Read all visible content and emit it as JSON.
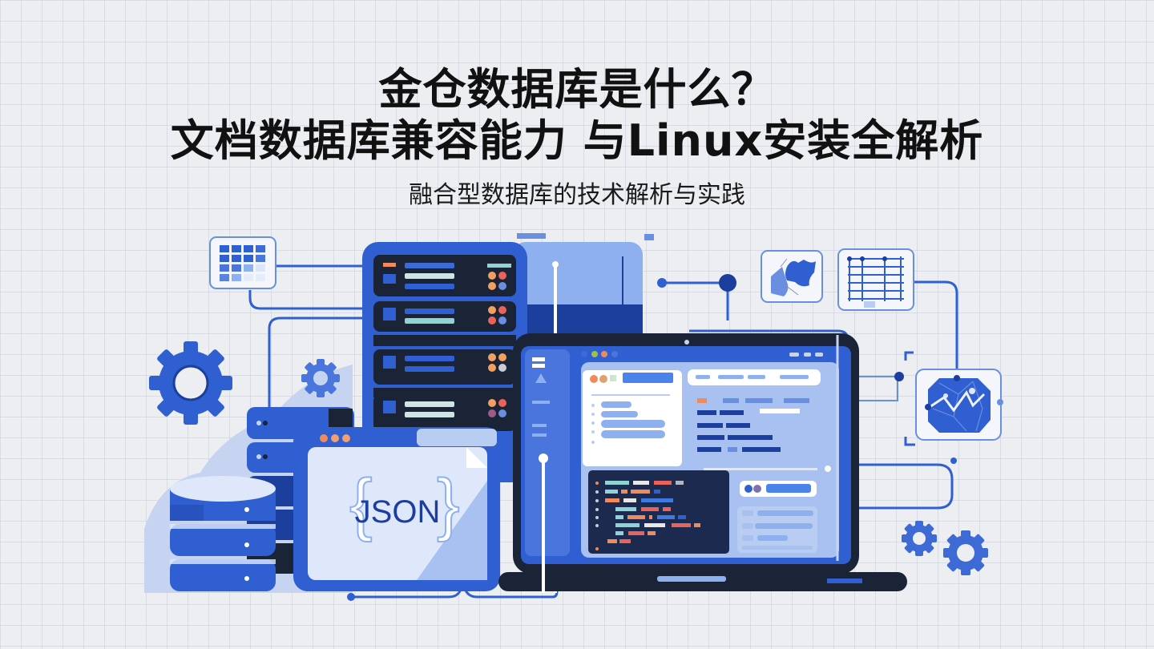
{
  "cover": {
    "title_line1": "金仓数据库是什么？",
    "title_line2": "文档数据库兼容能力 与Linux安装全解析",
    "subtitle": "融合型数据库的技术解析与实践"
  },
  "illustration": {
    "json_badge": "JSON",
    "elements": [
      "table-grid-icon",
      "gear-icon",
      "server-rack",
      "database-stack-icon",
      "json-document-window",
      "laptop-dashboard",
      "map-icon",
      "spreadsheet-icon",
      "network-chart-icon",
      "connector-lines"
    ]
  },
  "colors": {
    "background": "#eceef2",
    "primary_blue": "#2f5fd0",
    "dark_blue": "#1c3f9e",
    "light_blue": "#8fb0ee",
    "navy": "#1b2436",
    "accent_orange": "#f08a5d",
    "accent_red": "#e8645a",
    "accent_teal": "#8fd3d3"
  }
}
